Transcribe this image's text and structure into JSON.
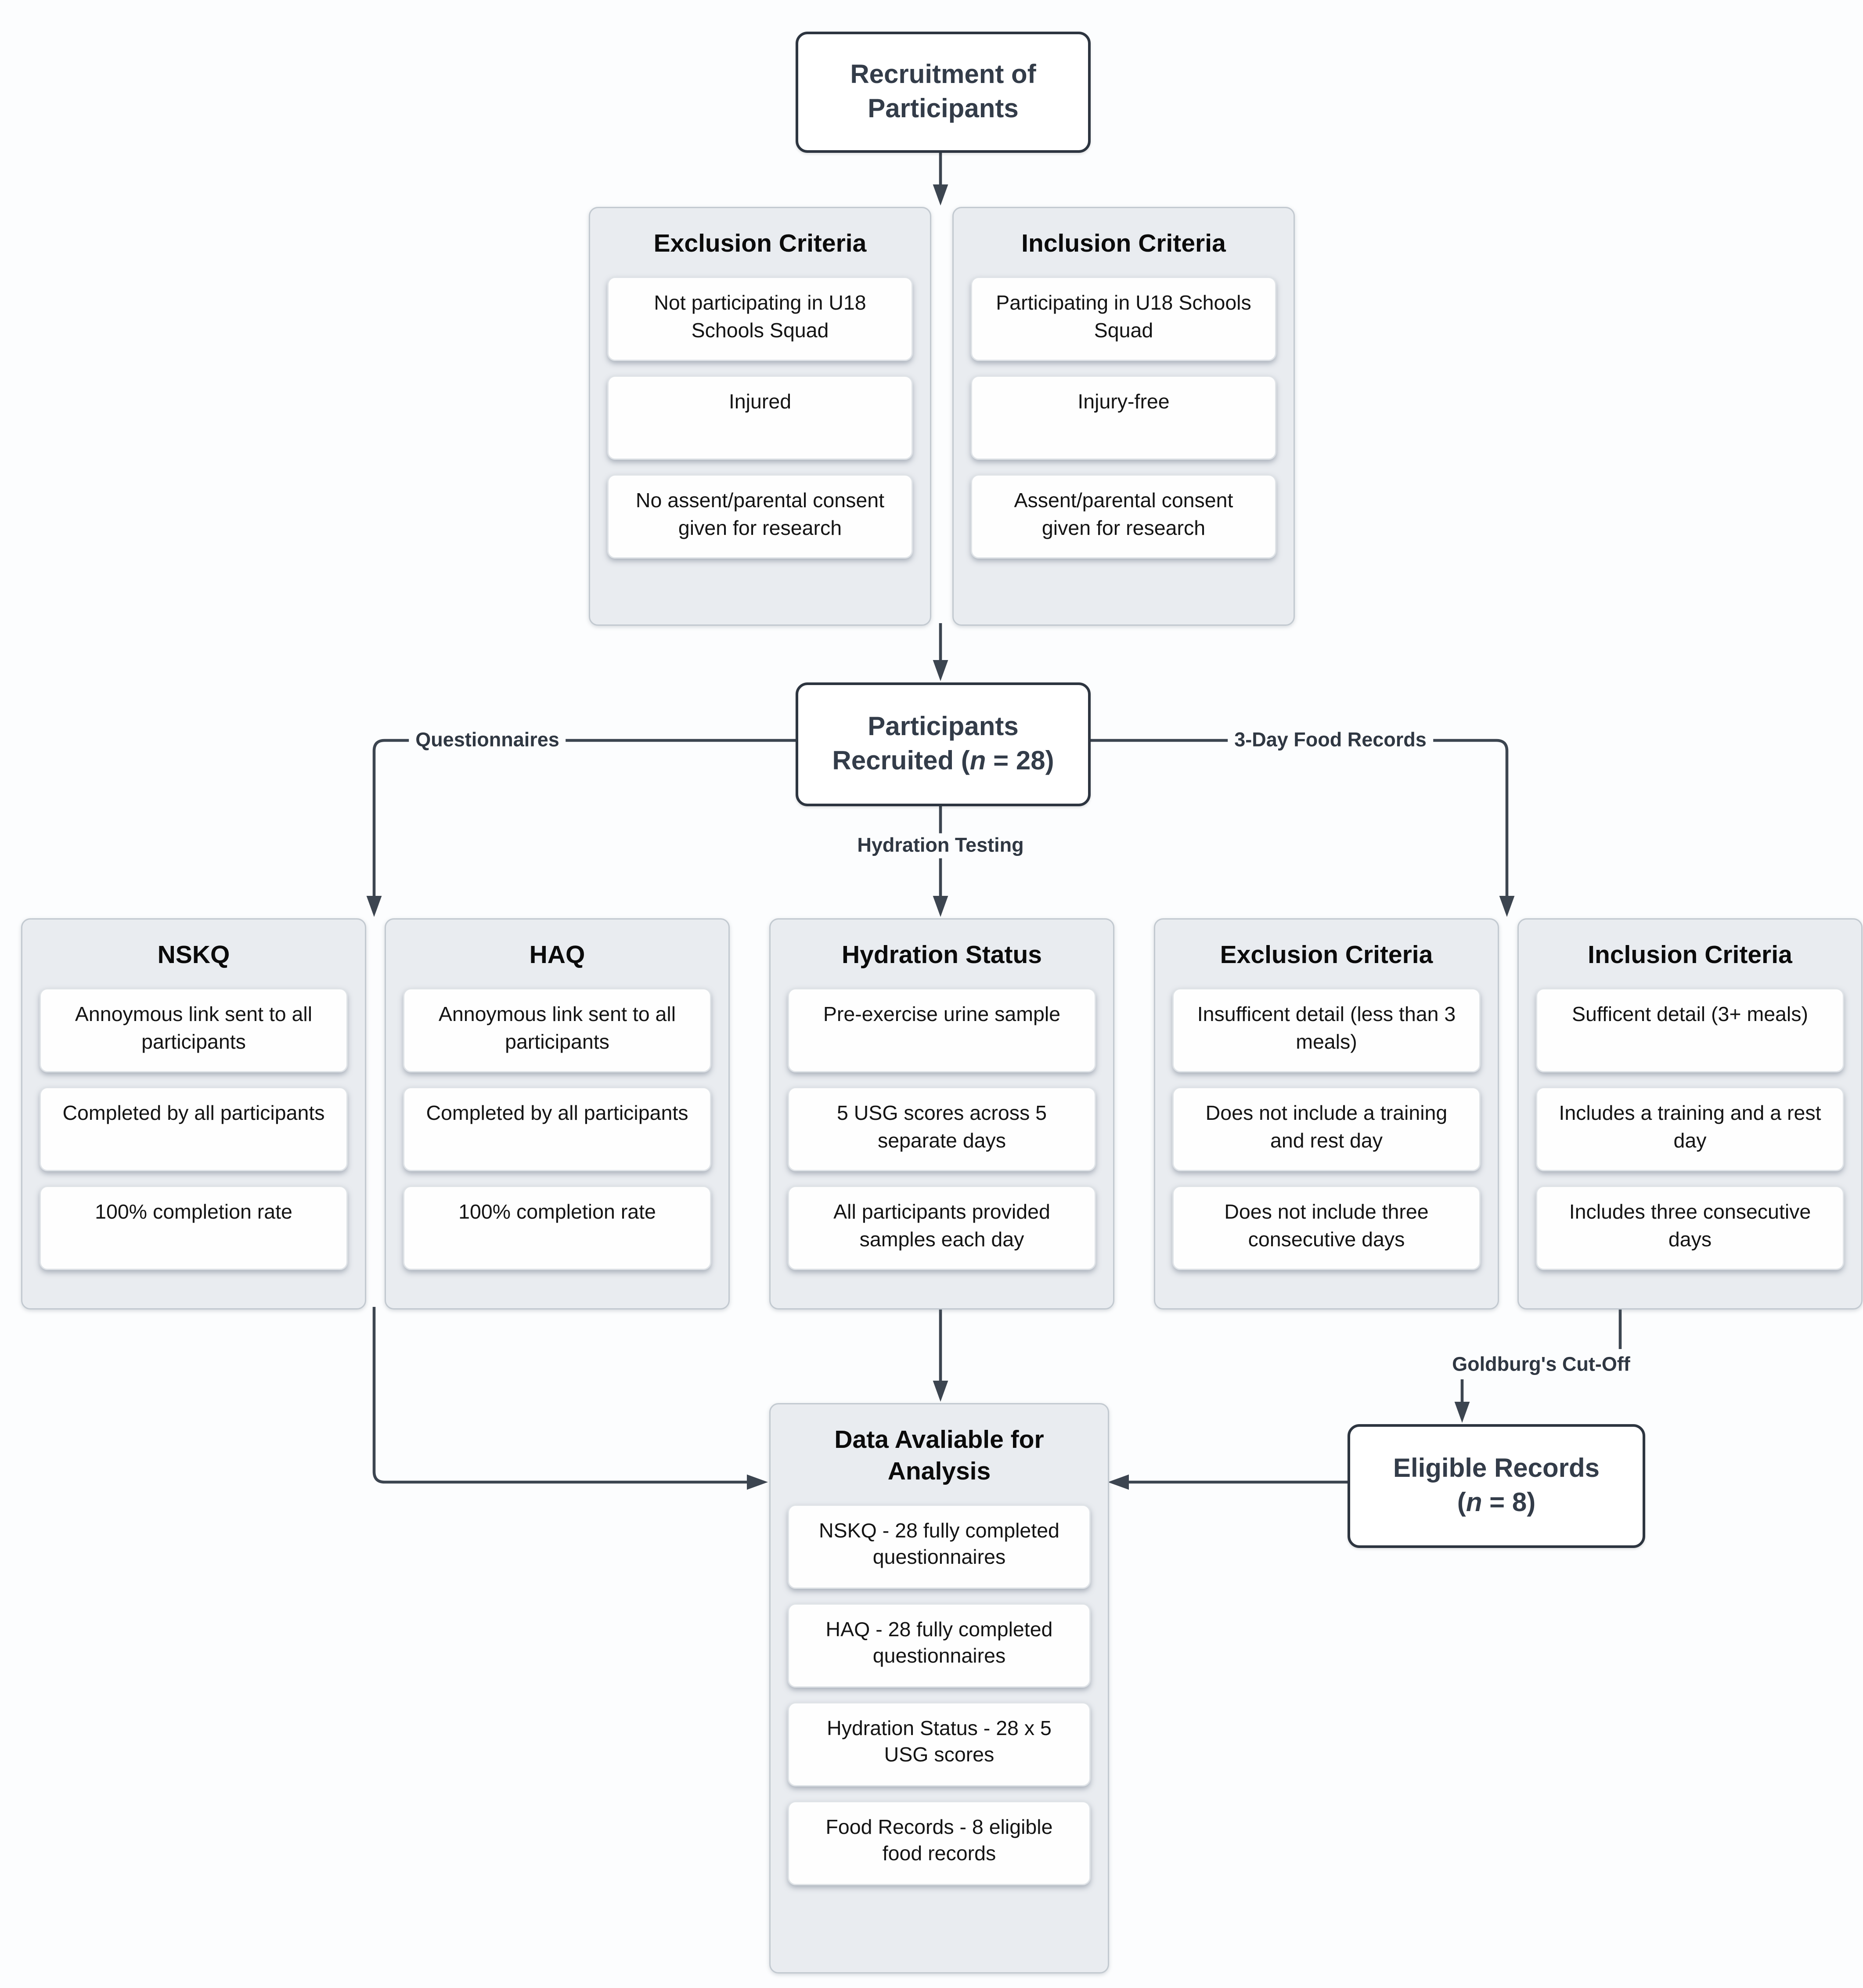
{
  "colors": {
    "connector": "#3c4550",
    "panel_bg": "#e9ecf0",
    "node_border": "#2d3540",
    "node_text": "#333c49"
  },
  "nodes": {
    "recruitment": {
      "title": "Recruitment of Participants"
    },
    "participants": {
      "line1": "Participants",
      "line2_pre": "Recruited (",
      "var": "n",
      "line2_post": " = 28)"
    },
    "eligible": {
      "line1": "Eligible Records",
      "line2_pre": "(",
      "var": "n",
      "line2_post": " = 8)"
    }
  },
  "edge_labels": {
    "questionnaires": "Questionnaires",
    "food_records": "3-Day Food Records",
    "hydration_testing": "Hydration Testing",
    "goldburg": "Goldburg's Cut-Off"
  },
  "panels": {
    "exclusion_top": {
      "title": "Exclusion Criteria",
      "items": [
        "Not participating in U18 Schools Squad",
        "Injured",
        "No assent/parental consent given for research"
      ]
    },
    "inclusion_top": {
      "title": "Inclusion Criteria",
      "items": [
        "Participating in U18 Schools Squad",
        "Injury-free",
        "Assent/parental consent given for research"
      ]
    },
    "nskq": {
      "title": "NSKQ",
      "items": [
        "Annoymous link sent to all participants",
        "Completed by all participants",
        "100% completion rate"
      ]
    },
    "haq": {
      "title": "HAQ",
      "items": [
        "Annoymous link sent to all participants",
        "Completed by all participants",
        "100% completion rate"
      ]
    },
    "hydration": {
      "title": "Hydration Status",
      "items": [
        "Pre-exercise urine sample",
        "5 USG scores across 5 separate days",
        "All participants provided samples each day"
      ]
    },
    "exclusion_food": {
      "title": "Exclusion Criteria",
      "items": [
        "Insufficent detail (less than 3 meals)",
        "Does not include a training and rest day",
        "Does not include three consecutive days"
      ]
    },
    "inclusion_food": {
      "title": "Inclusion Criteria",
      "items": [
        "Sufficent detail (3+ meals)",
        "Includes a training and a rest day",
        "Includes three consecutive days"
      ]
    },
    "data_available": {
      "title": "Data Avaliable for Analysis",
      "items": [
        "NSKQ - 28 fully completed questionnaires",
        "HAQ - 28 fully completed questionnaires",
        "Hydration Status - 28 x 5 USG scores",
        "Food Records - 8 eligible food records"
      ]
    }
  }
}
